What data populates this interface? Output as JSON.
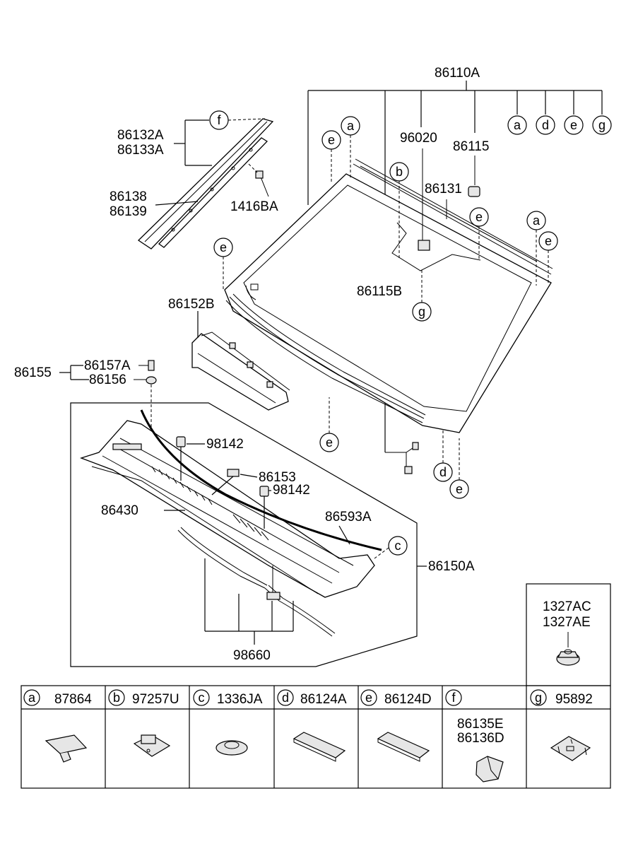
{
  "labels": {
    "assembly": "86110A",
    "molding_upper": "86132A",
    "molding_upper_2": "86133A",
    "molding_lower": "86138",
    "molding_lower_2": "86139",
    "clip_1416": "1416BA",
    "sensor_bracket": "96020",
    "clip_86115": "86115",
    "weatherstrip": "86131",
    "clip_86115b": "86115B",
    "side_cover": "86152B",
    "bolt_group": "86155",
    "bolt": "86157A",
    "nut": "86156",
    "pad_98142_1": "98142",
    "pad_98142_2": "98142",
    "grommet": "86153",
    "cowl_panel": "86430",
    "seal": "86593A",
    "cowl_assembly": "86150A",
    "hose": "98660",
    "nut_1327ac": "1327AC",
    "nut_1327ae": "1327AE"
  },
  "callouts": {
    "a": "a",
    "b": "b",
    "c": "c",
    "d": "d",
    "e": "e",
    "f": "f",
    "g": "g"
  },
  "legend": [
    {
      "letter": "a",
      "part": "87864"
    },
    {
      "letter": "b",
      "part": "97257U"
    },
    {
      "letter": "c",
      "part": "1336JA"
    },
    {
      "letter": "d",
      "part": "86124A"
    },
    {
      "letter": "e",
      "part": "86124D"
    },
    {
      "letter": "f",
      "part": "",
      "parts_stacked": [
        "86135E",
        "86136D"
      ]
    },
    {
      "letter": "g",
      "part": "95892"
    }
  ]
}
